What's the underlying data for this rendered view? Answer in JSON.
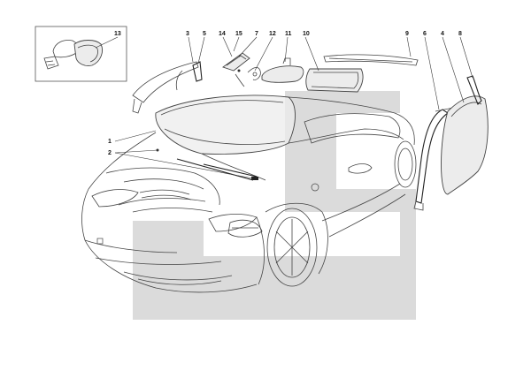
{
  "diagram": {
    "colors": {
      "watermark": "#cfcfcf",
      "line": "#444444",
      "text": "#111111",
      "glass_fill": "#ececec"
    },
    "callouts": [
      "1",
      "2",
      "3",
      "4",
      "5",
      "6",
      "7",
      "8",
      "9",
      "10",
      "11",
      "12",
      "13",
      "14",
      "15"
    ]
  }
}
